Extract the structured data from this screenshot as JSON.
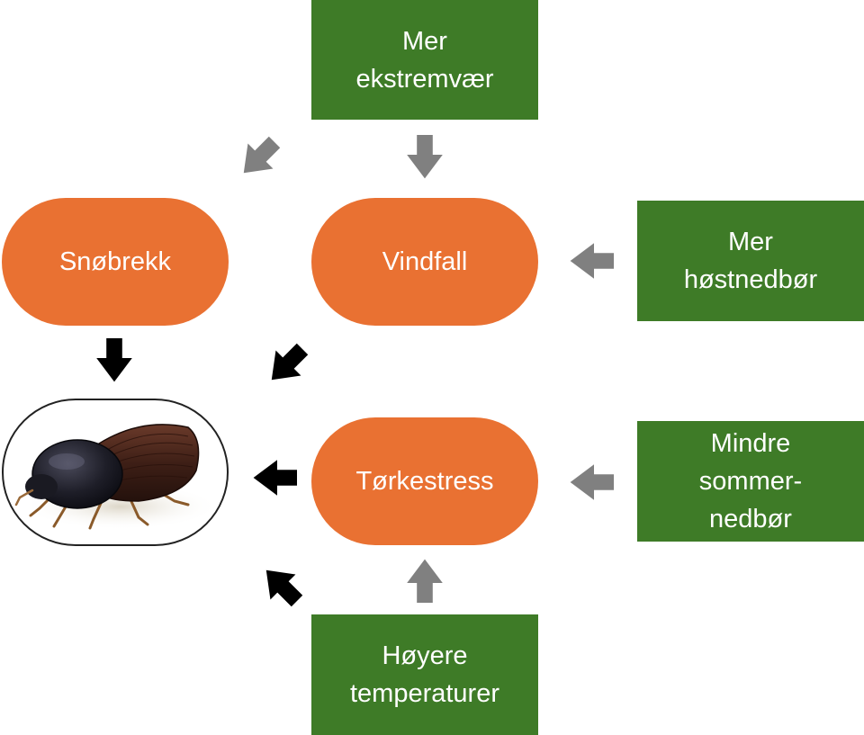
{
  "nodes": {
    "mer_ekstremvaer": "Mer\nekstremvær",
    "snobrekk": "Snøbrekk",
    "vindfall": "Vindfall",
    "mer_hostnedbor": "Mer\nhøstnedbør",
    "torkestress": "Tørkestress",
    "mindre_sommernedbor": "Mindre\nsommer-\nnedbør",
    "hoyere_temperaturer": "Høyere\ntemperaturer"
  },
  "colors": {
    "green": "#3e7b27",
    "orange": "#e97132",
    "gray_arrow": "#808080",
    "black_arrow": "#000000"
  },
  "icons": {
    "beetle": "bark-beetle-illustration"
  }
}
